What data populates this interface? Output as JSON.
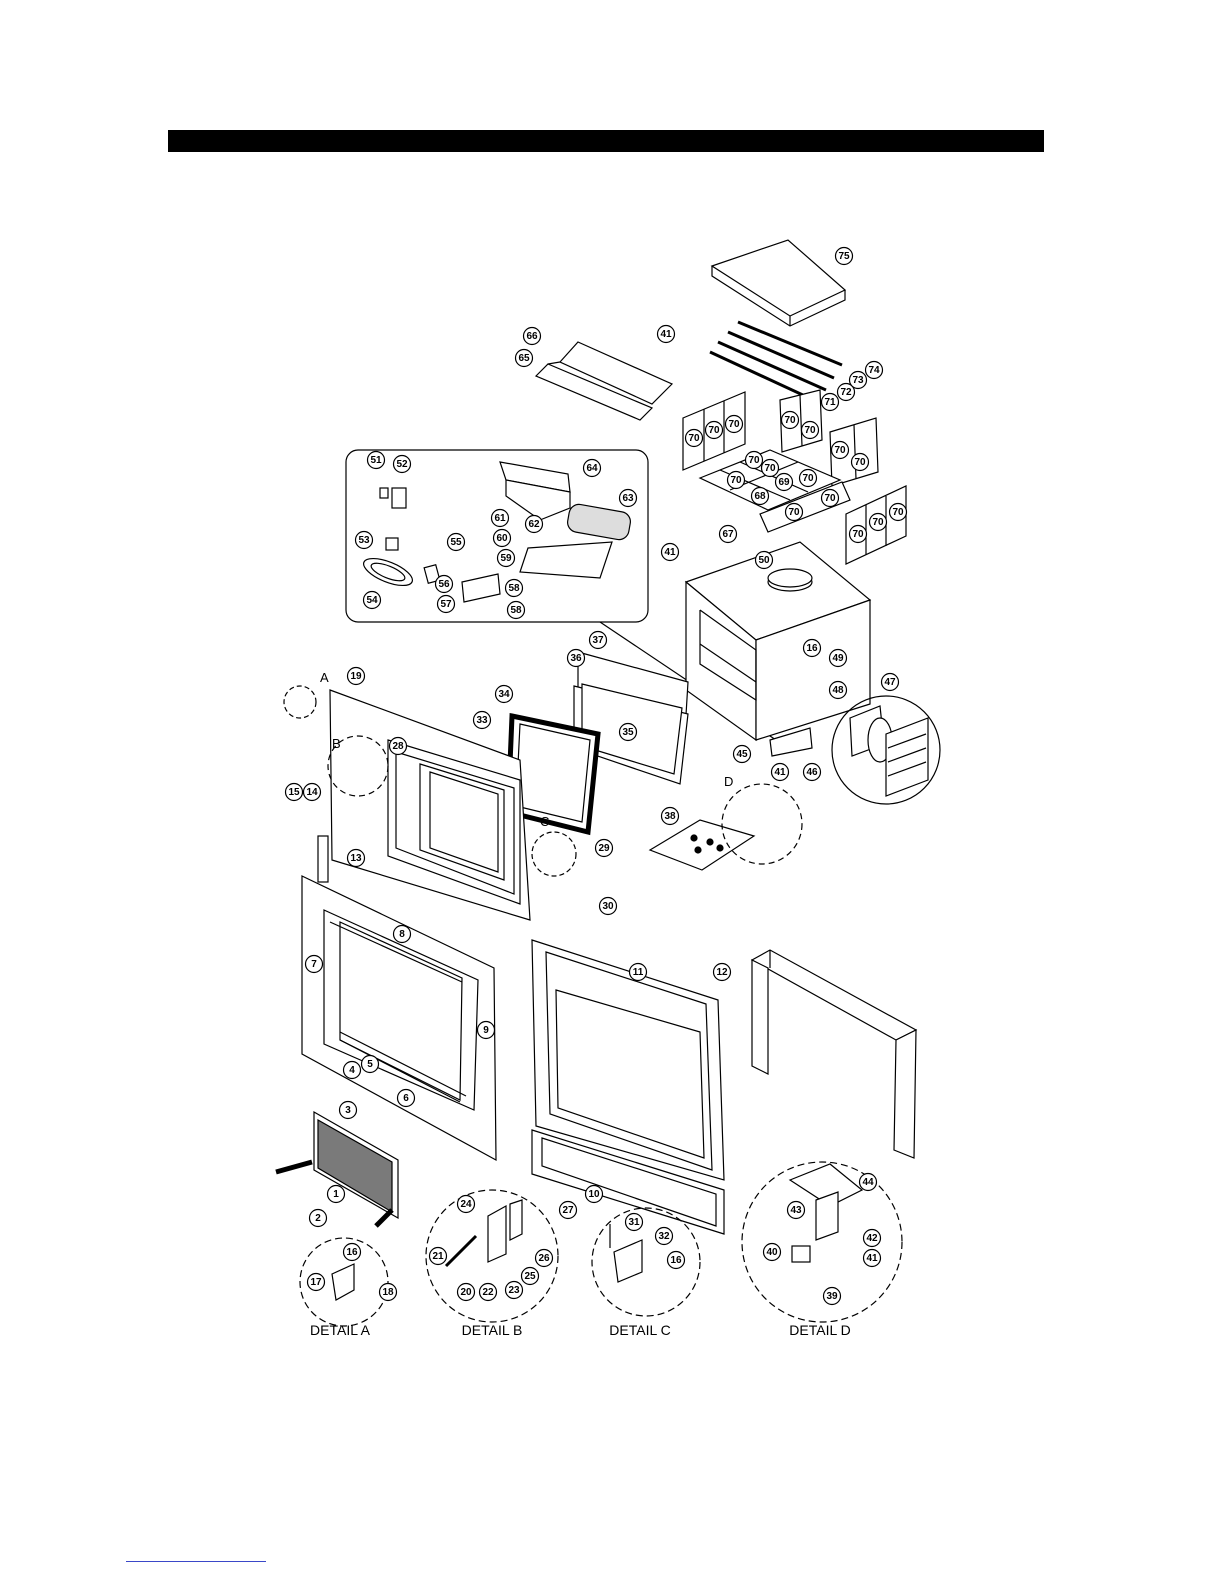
{
  "diagram": {
    "detail_markers": [
      "A",
      "B",
      "C",
      "D"
    ],
    "detail_captions": [
      "DETAIL A",
      "DETAIL B",
      "DETAIL C",
      "DETAIL D"
    ],
    "part_numbers": [
      "1",
      "2",
      "3",
      "4",
      "5",
      "6",
      "7",
      "8",
      "9",
      "10",
      "11",
      "12",
      "13",
      "14",
      "15",
      "16",
      "17",
      "18",
      "19",
      "20",
      "21",
      "22",
      "23",
      "24",
      "25",
      "26",
      "27",
      "28",
      "29",
      "30",
      "31",
      "32",
      "33",
      "34",
      "35",
      "36",
      "37",
      "38",
      "39",
      "40",
      "41",
      "42",
      "43",
      "44",
      "45",
      "46",
      "47",
      "48",
      "49",
      "50",
      "51",
      "52",
      "53",
      "54",
      "55",
      "56",
      "57",
      "58",
      "59",
      "60",
      "61",
      "62",
      "63",
      "64",
      "65",
      "66",
      "67",
      "68",
      "69",
      "70",
      "71",
      "72",
      "73",
      "74",
      "75"
    ]
  }
}
